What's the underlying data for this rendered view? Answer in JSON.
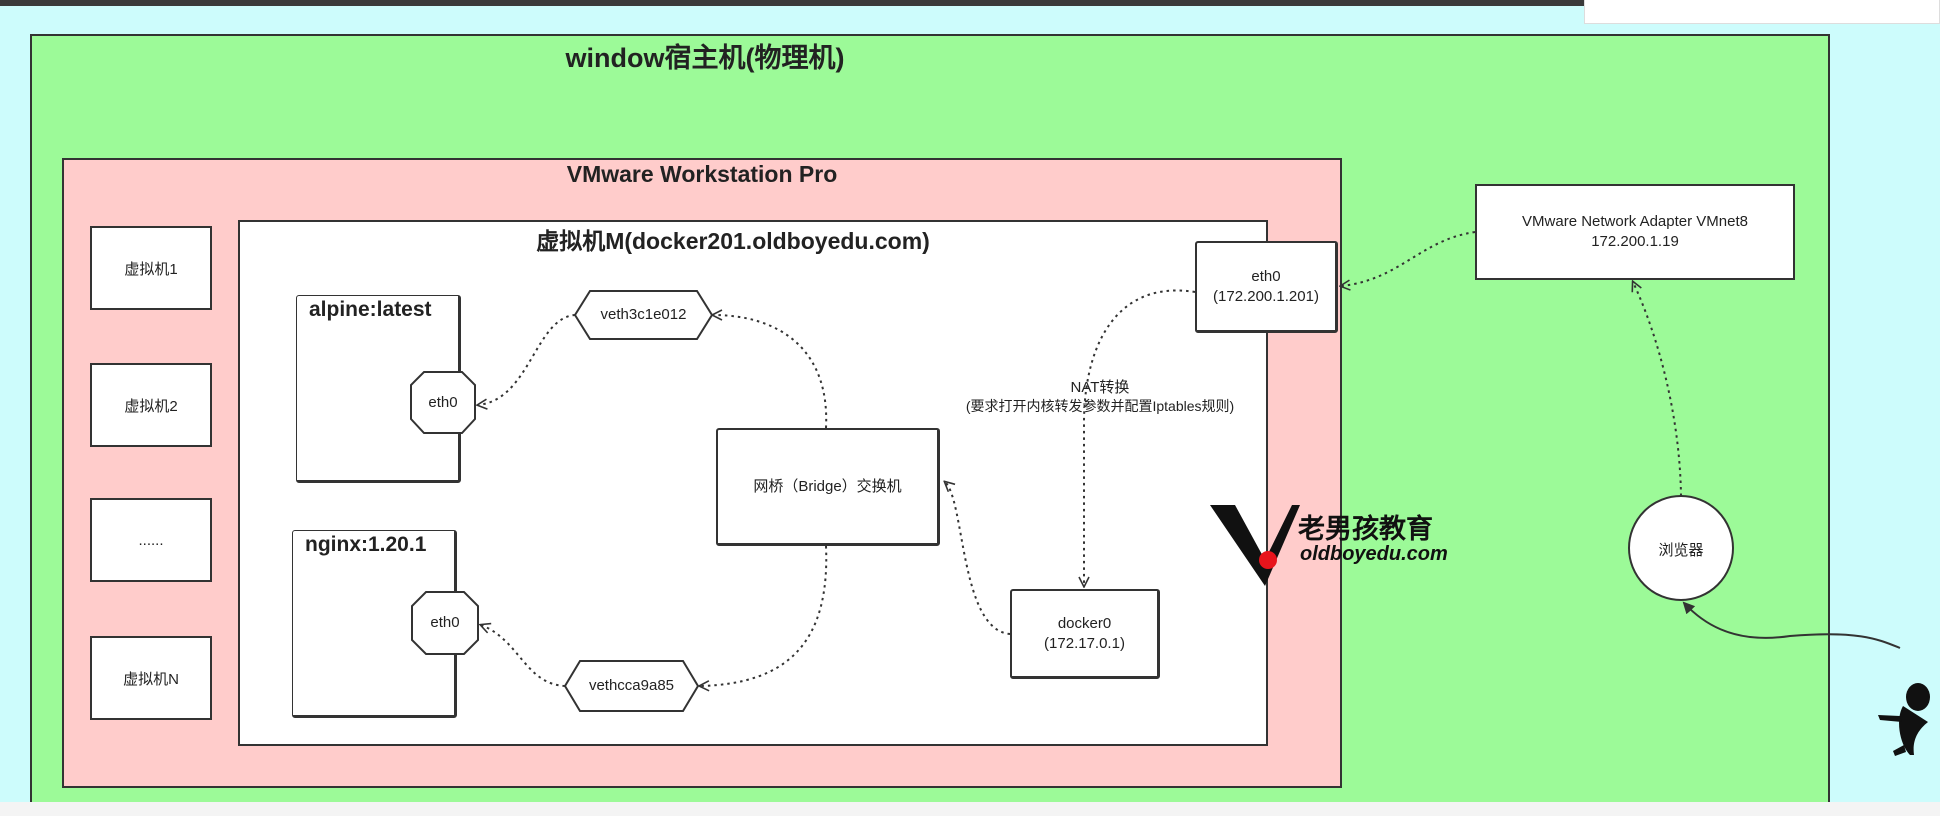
{
  "host": {
    "title": "window宿主机(物理机)"
  },
  "vmware": {
    "title": "VMware Workstation Pro"
  },
  "vm_list": [
    "虚拟机1",
    "虚拟机2",
    "......",
    "虚拟机N"
  ],
  "vm_m": {
    "title": "虚拟机M(docker201.oldboyedu.com)"
  },
  "containers": [
    {
      "name": "alpine:latest",
      "iface": "eth0",
      "veth": "veth3c1e012"
    },
    {
      "name": "nginx:1.20.1",
      "iface": "eth0",
      "veth": "vethcca9a85"
    }
  ],
  "bridge": {
    "label": "网桥（Bridge）交换机"
  },
  "docker0": {
    "name": "docker0",
    "ip": "(172.17.0.1)"
  },
  "eth0_host": {
    "name": "eth0",
    "ip": "(172.200.1.201)"
  },
  "nat": {
    "title": "NAT转换",
    "note": "(要求打开内核转发参数并配置Iptables规则)"
  },
  "vmnet8": {
    "name": "VMware Network Adapter VMnet8",
    "ip": "172.200.1.19"
  },
  "browser": {
    "label": "浏览器"
  },
  "logo": {
    "cn": "老男孩教育",
    "en": "oldboyedu.com",
    "accent": "#e8141c"
  },
  "colors": {
    "host_bg": "#9cfa98",
    "vmware_bg": "#ffcccb",
    "page_bg": "#cdfcfc"
  },
  "icons": [
    "user-silhouette-icon",
    "logo-mark-icon"
  ]
}
